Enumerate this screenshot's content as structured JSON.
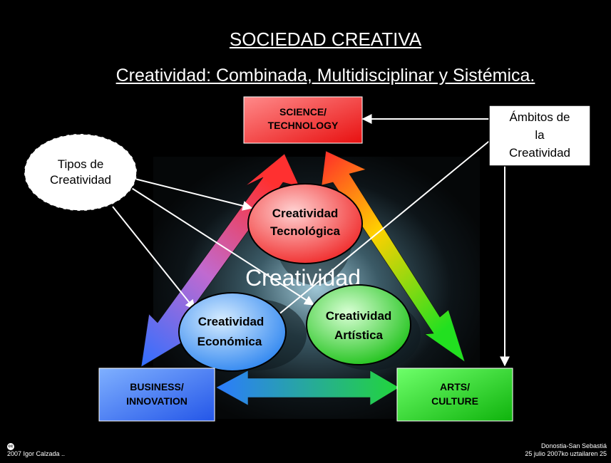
{
  "slide": {
    "title": "SOCIEDAD CREATIVA",
    "subtitle": "Creatividad: Combinada, Multidisciplinar y Sistémica.",
    "center_word": "Creatividad"
  },
  "boxes": {
    "science": [
      "SCIENCE/",
      "TECHNOLOGY"
    ],
    "business": [
      "BUSINESS/",
      "INNOVATION"
    ],
    "arts": [
      "ARTS/",
      "CULTURE"
    ],
    "ambitos": [
      "Ámbitos de",
      "la",
      "Creatividad"
    ]
  },
  "ellipses": {
    "tipos": [
      "Tipos de",
      "Creatividad"
    ],
    "tecnologica": [
      "Creatividad",
      "Tecnológica"
    ],
    "economica": [
      "Creatividad",
      "Económica"
    ],
    "artistica": [
      "Creatividad",
      "Artística"
    ]
  },
  "footer": {
    "left": "2007 Igor Calzada ..",
    "right_line1": "Donostia-San Sebastiá",
    "right_line2": "25 julio 2007ko uztailaren 25"
  },
  "colors": {
    "background": "#000000",
    "science_box": "#ff3b3b",
    "business_box": "#3b8cff",
    "arts_box": "#22d61f"
  }
}
